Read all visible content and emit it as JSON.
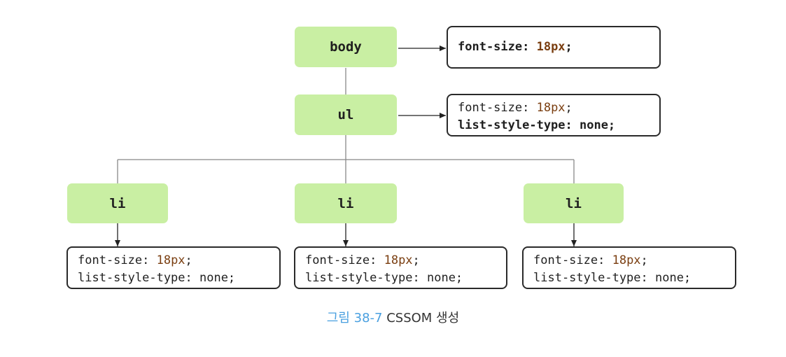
{
  "nodes": {
    "body": "body",
    "ul": "ul",
    "li_1": "li",
    "li_2": "li",
    "li_3": "li"
  },
  "styles": {
    "body": {
      "prop1": "font-size: ",
      "val1": "18px",
      "end1": ";"
    },
    "ul": {
      "prop1": "font-size: ",
      "val1": "18px",
      "end1": ";",
      "line2": "list-style-type: none;"
    },
    "li": {
      "prop1": "font-size: ",
      "val1": "18px",
      "end1": ";",
      "line2": "list-style-type: none;"
    }
  },
  "caption": {
    "figure": "그림 38-7",
    "title": " CSSOM 생성"
  },
  "colors": {
    "node_fill": "#c9efa3",
    "value_text": "#7a3e10",
    "caption_figure": "#4aa0e0"
  }
}
